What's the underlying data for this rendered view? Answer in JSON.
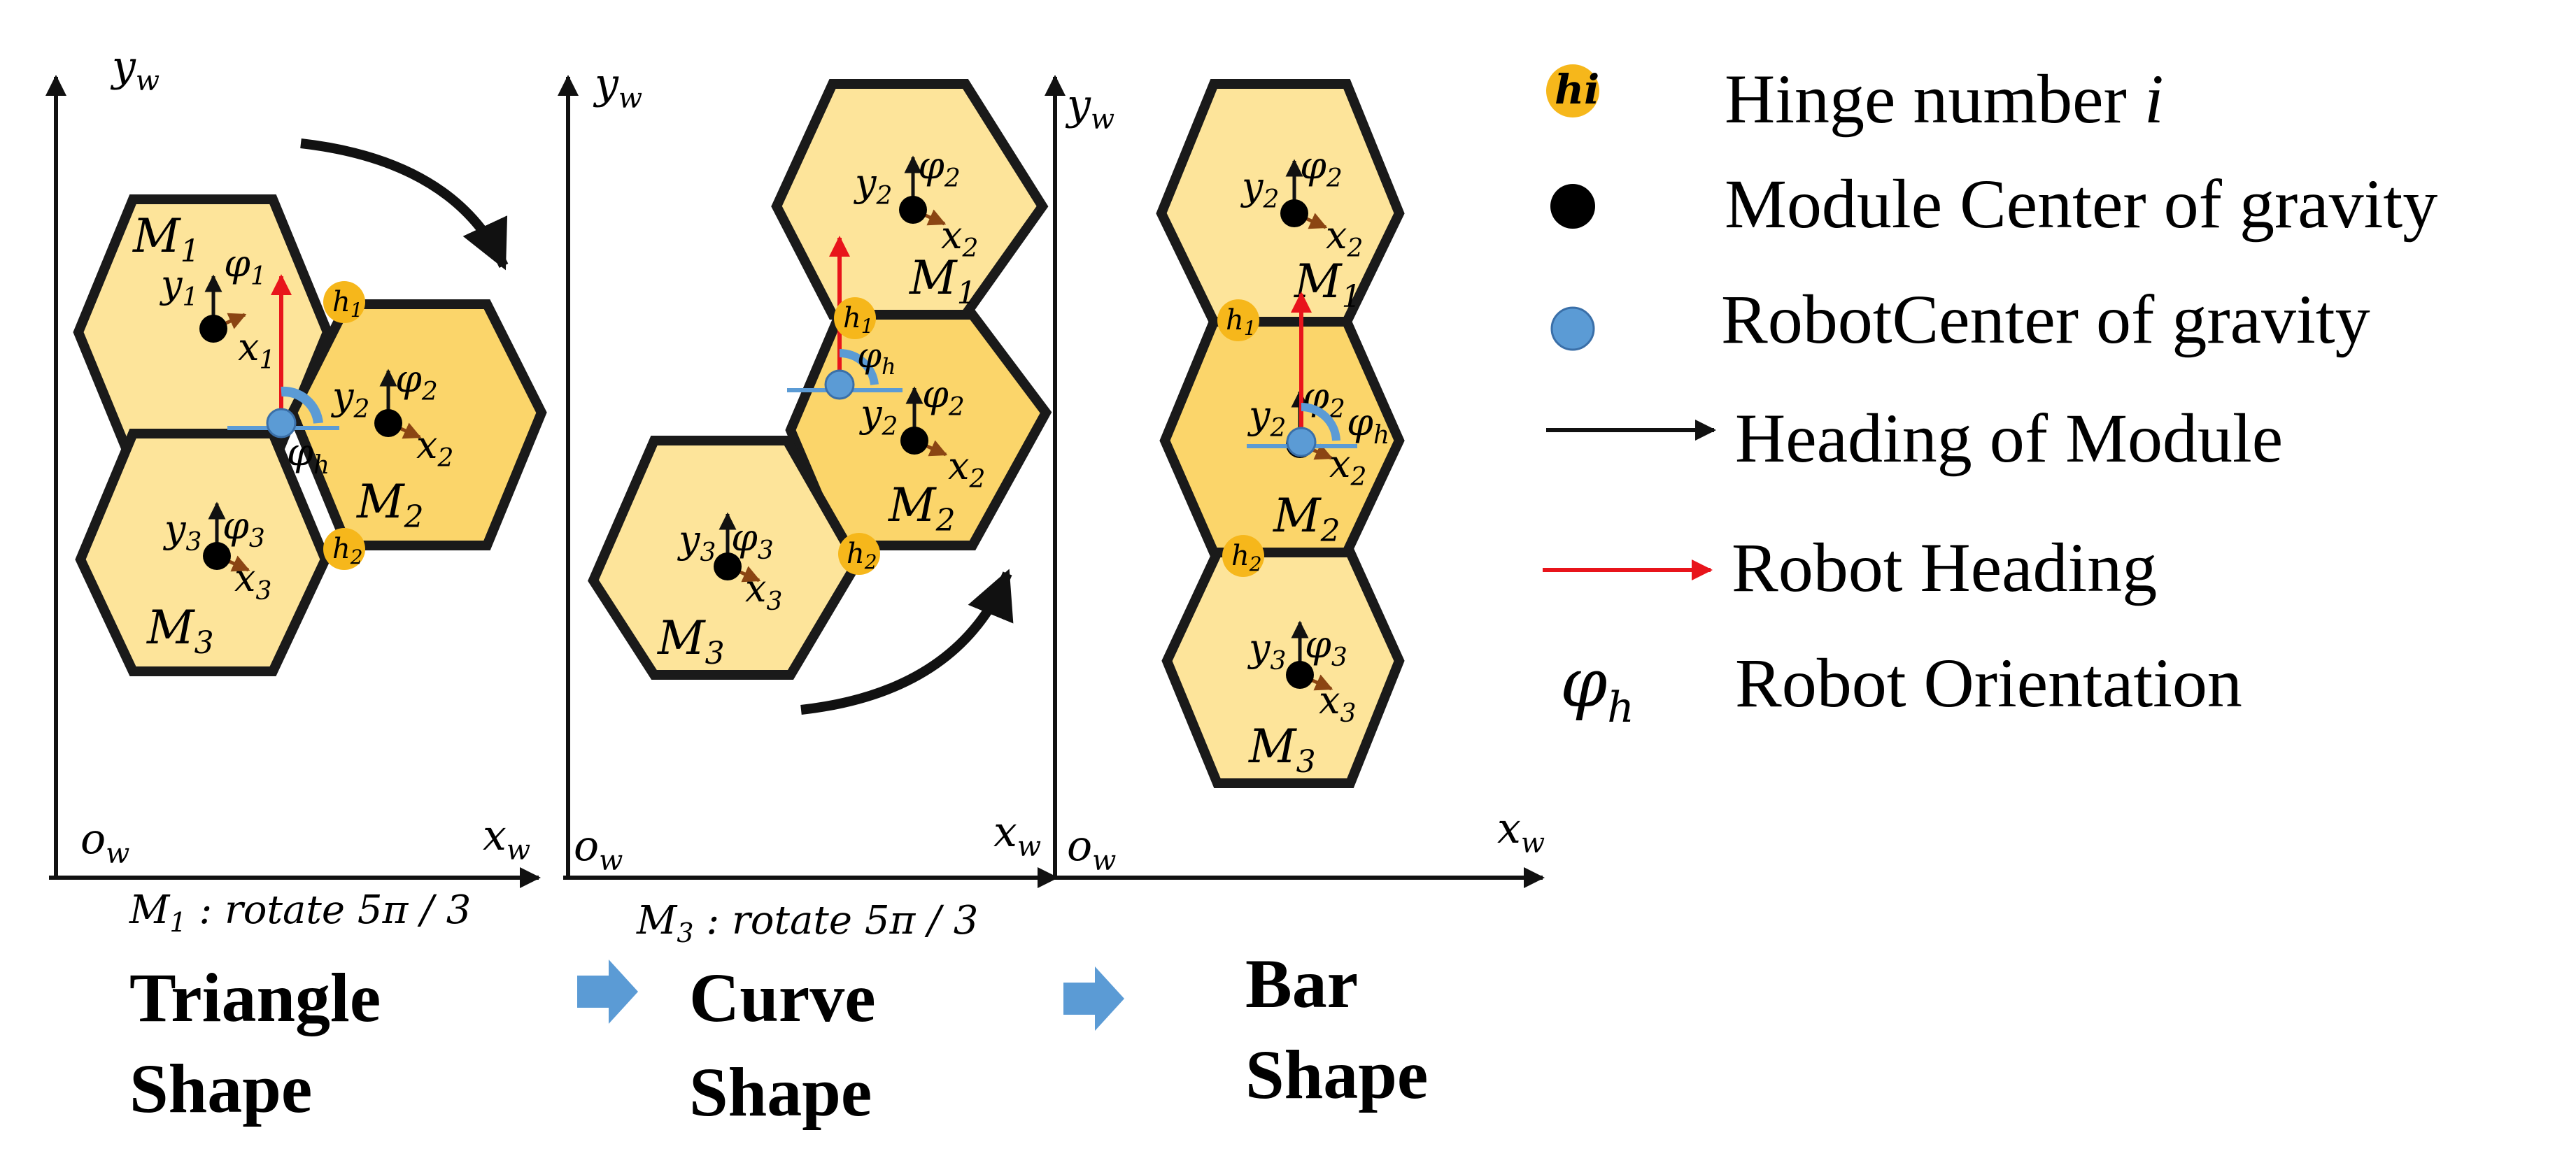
{
  "colors": {
    "hex_light": "#FDE49A",
    "hex_dark": "#FBD56A",
    "hex_stroke": "#1a1a1a",
    "hinge": "#F6B71B",
    "robot_cog": "#5B9BD5",
    "robot_heading": "#E8141B",
    "module_heading_brown": "#8B4513",
    "arrow_block": "#5B9BD5"
  },
  "icons": {
    "hinge": "hinge-dot-icon",
    "module_cog": "black-dot-icon",
    "robot_cog": "blue-dot-icon",
    "module_heading": "black-arrow-icon",
    "robot_heading": "red-arrow-icon",
    "transition": "block-arrow-icon"
  },
  "axes": {
    "y_label": "y",
    "y_sub": "w",
    "x_label": "x",
    "x_sub": "w",
    "o_label": "o",
    "o_sub": "w"
  },
  "panels": [
    {
      "caption_line1": "Triangle",
      "caption_line2": "Shape",
      "rotation_note_prefix": "M",
      "rotation_note_sub": "1",
      "rotation_note_text": " : rotate 5π / 3",
      "modules": [
        {
          "label": "M",
          "sub": "1",
          "y": "y",
          "ysub": "1",
          "x": "x",
          "xsub": "1",
          "phi": "φ",
          "phisub": "1"
        },
        {
          "label": "M",
          "sub": "2",
          "y": "y",
          "ysub": "2",
          "x": "x",
          "xsub": "2",
          "phi": "φ",
          "phisub": "2"
        },
        {
          "label": "M",
          "sub": "3",
          "y": "y",
          "ysub": "3",
          "x": "x",
          "xsub": "3",
          "phi": "φ",
          "phisub": "3"
        }
      ],
      "hinges": [
        {
          "label": "h",
          "sub": "1"
        },
        {
          "label": "h",
          "sub": "2"
        }
      ],
      "robot_phi": "φ",
      "robot_phi_sub": "h"
    },
    {
      "caption_line1": "Curve",
      "caption_line2": "Shape",
      "rotation_note_prefix": "M",
      "rotation_note_sub": "3",
      "rotation_note_text": " : rotate 5π / 3",
      "modules": [
        {
          "label": "M",
          "sub": "1",
          "y": "y",
          "ysub": "2",
          "x": "x",
          "xsub": "2",
          "phi": "φ",
          "phisub": "2"
        },
        {
          "label": "M",
          "sub": "2",
          "y": "y",
          "ysub": "2",
          "x": "x",
          "xsub": "2",
          "phi": "φ",
          "phisub": "2"
        },
        {
          "label": "M",
          "sub": "3",
          "y": "y",
          "ysub": "3",
          "x": "x",
          "xsub": "3",
          "phi": "φ",
          "phisub": "3"
        }
      ],
      "hinges": [
        {
          "label": "h",
          "sub": "1"
        },
        {
          "label": "h",
          "sub": "2"
        }
      ],
      "robot_phi": "φ",
      "robot_phi_sub": "h"
    },
    {
      "caption_line1": "Bar",
      "caption_line2": "Shape",
      "modules": [
        {
          "label": "M",
          "sub": "1",
          "y": "y",
          "ysub": "2",
          "x": "x",
          "xsub": "2",
          "phi": "φ",
          "phisub": "2"
        },
        {
          "label": "M",
          "sub": "2",
          "y": "y",
          "ysub": "2",
          "x": "x",
          "xsub": "2",
          "phi": "φ",
          "phisub": "2"
        },
        {
          "label": "M",
          "sub": "3",
          "y": "y",
          "ysub": "3",
          "x": "x",
          "xsub": "3",
          "phi": "φ",
          "phisub": "3"
        }
      ],
      "hinges": [
        {
          "label": "h",
          "sub": "1"
        },
        {
          "label": "h",
          "sub": "2"
        }
      ],
      "robot_phi": "φ",
      "robot_phi_sub": "h"
    }
  ],
  "legend": [
    {
      "symbol": "hi",
      "text": "Hinge number ",
      "text_italic": "i"
    },
    {
      "text": "Module Center of gravity"
    },
    {
      "text": "RobotCenter of gravity"
    },
    {
      "text": "Heading of Module"
    },
    {
      "text": "Robot Heading"
    },
    {
      "symbol": "φ",
      "symbol_sub": "h",
      "text": "Robot Orientation"
    }
  ]
}
